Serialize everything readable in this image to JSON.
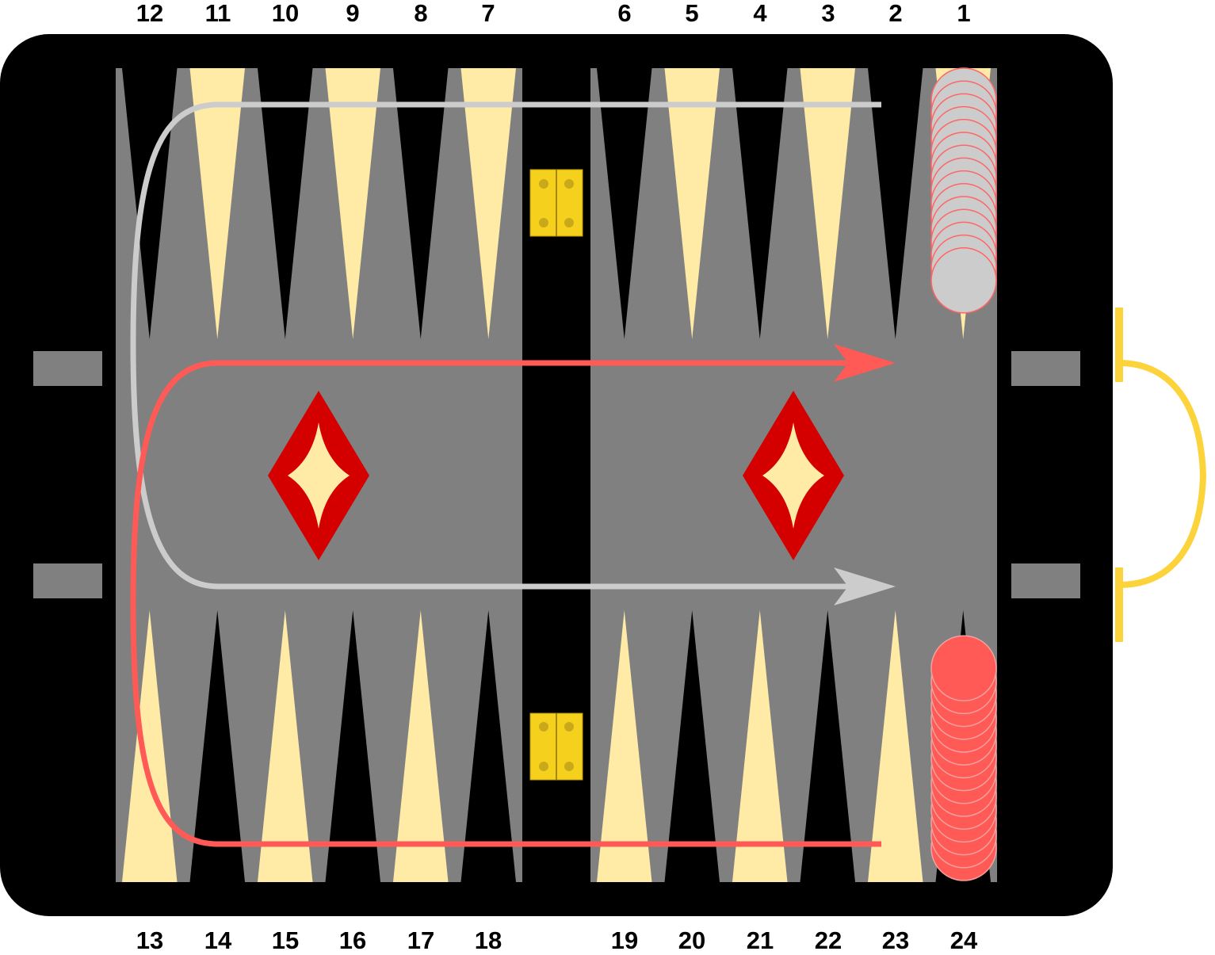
{
  "board": {
    "colors": {
      "frame": "#000000",
      "field": "#808080",
      "point_light": "#ffeaa6",
      "point_dark": "#000000",
      "hinge": "#f5d11e",
      "handle": "#fdd33b",
      "diamond_outer": "#d40000",
      "diamond_inner": "#ffeaa6",
      "path_white": "#cccccc",
      "path_red": "#ff5a55",
      "checker_white": "#cccccc",
      "checker_red": "#ff5a55",
      "checker_edge": "#ff6666"
    }
  },
  "top_numbers": [
    "12",
    "11",
    "10",
    "9",
    "8",
    "7",
    "6",
    "5",
    "4",
    "3",
    "2",
    "1"
  ],
  "bottom_numbers": [
    "13",
    "14",
    "15",
    "16",
    "17",
    "18",
    "19",
    "20",
    "21",
    "22",
    "23",
    "24"
  ],
  "stacks": [
    {
      "name": "white-checker-stack-point-1",
      "point": "1",
      "count": 15,
      "color": "checker_white"
    },
    {
      "name": "red-checker-stack-point-24",
      "point": "24",
      "count": 15,
      "color": "checker_red"
    }
  ],
  "movement_paths": [
    {
      "name": "white-movement-path",
      "color": "path_white",
      "direction": "from point 2 around to point 23"
    },
    {
      "name": "red-movement-path",
      "color": "path_red",
      "direction": "from point 23 around to point 2"
    }
  ]
}
